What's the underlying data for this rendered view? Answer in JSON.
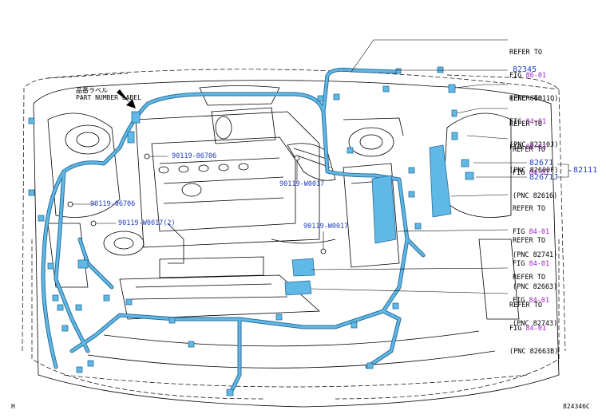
{
  "diagram_code": "824346C",
  "corner_letter": "H",
  "part_number_label": {
    "jp": "品番ラベル",
    "en": "PART NUMBER LABEL"
  },
  "fasteners": [
    {
      "id": "f1",
      "text": "90119-06706"
    },
    {
      "id": "f2",
      "text": "90119-06706"
    },
    {
      "id": "f3",
      "text": "90119-W0017(2)"
    },
    {
      "id": "f4",
      "text": "90119-W0017"
    },
    {
      "id": "f5",
      "text": "90119-W0017"
    }
  ],
  "part_numbers": [
    {
      "id": "p1",
      "text": "82345"
    },
    {
      "id": "p2",
      "text": "82671"
    },
    {
      "id": "p3",
      "text": "82671J"
    },
    {
      "id": "p4",
      "text": "82111"
    }
  ],
  "references": [
    {
      "line1": "REFER TO",
      "fig_prefix": "FIG ",
      "fig": "86-01",
      "line3": "(PNC 86011Q)"
    },
    {
      "line1": "REFER TO",
      "fig_prefix": "FIG ",
      "fig": "84-01",
      "line3": "(PNC 82210J)"
    },
    {
      "line1": "REFER TO",
      "fig_prefix": "FIG ",
      "fig": "84-01",
      "line3": "(PNC 82600F)"
    },
    {
      "line1": "REFER TO",
      "fig_prefix": "FIG ",
      "fig": "84-01",
      "line3": "(PNC 82616)"
    },
    {
      "line1": "REFER TO",
      "fig_prefix": "FIG ",
      "fig": "84-01",
      "line3": "(PNC 82741)"
    },
    {
      "line1": "REFER TO",
      "fig_prefix": "FIG ",
      "fig": "84-01",
      "line3": "(PNC 82663)"
    },
    {
      "line1": "REFER TO",
      "fig_prefix": "FIG ",
      "fig": "84-01",
      "line3": "(PNC 82743)"
    },
    {
      "line1": "REFER TO",
      "fig_prefix": "FIG ",
      "fig": "84-01",
      "line3": "(PNC 82663B)"
    }
  ],
  "colors": {
    "harness": "#5fb8e6",
    "harness_outline": "#2a6f9a",
    "part_number": "#1f3fbf",
    "figure_ref": "#a020c0",
    "line": "#000000"
  }
}
